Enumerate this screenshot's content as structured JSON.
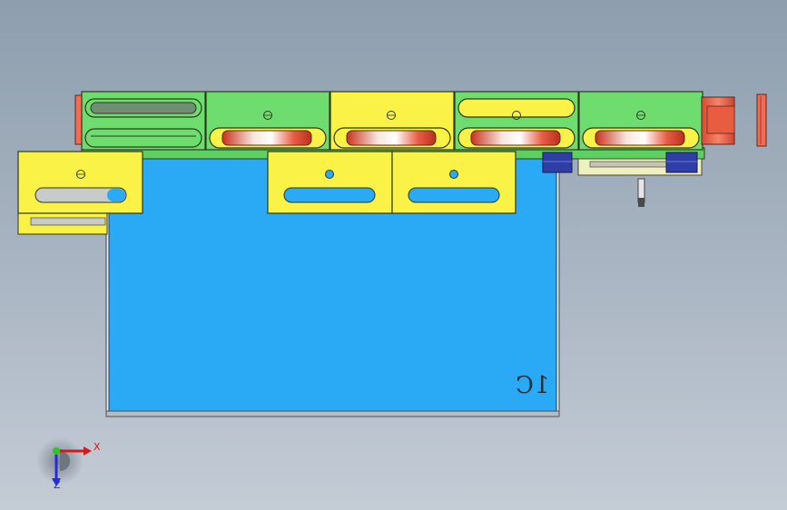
{
  "viewport": {
    "colors": {
      "background_top": "#8e9eae",
      "background_bottom": "#c4ccd6",
      "plate": "#2aa9f5",
      "bracket_yellow": "#fbf247",
      "bracket_green": "#6fdc6f",
      "part_red": "#f26b52",
      "clamp_blue": "#2f3ea6",
      "outline": "#2b3b1c"
    }
  },
  "model": {
    "part_label": "1C",
    "icons": [
      "slotted-bracket",
      "roller",
      "clamp-block",
      "locating-pin",
      "end-stop"
    ]
  },
  "triad": {
    "x_label": "X",
    "z_label": "Z",
    "icon_name": "axis-triad-icon"
  }
}
